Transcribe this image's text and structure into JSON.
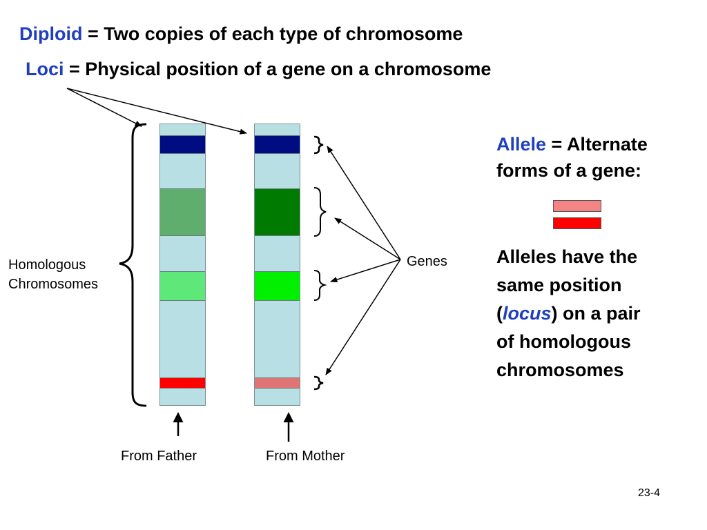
{
  "title_lines": {
    "diploid": {
      "term": "Diploid",
      "definition": " = Two copies of each type of chromosome"
    },
    "loci": {
      "term": "Loci",
      "definition": " = Physical position of a gene on a chromosome"
    }
  },
  "labels": {
    "homologous_line1": "Homologous",
    "homologous_line2": "Chromosomes",
    "genes": "Genes",
    "from_father": "From Father",
    "from_mother": "From Mother"
  },
  "allele": {
    "term": "Allele",
    "definition_part1": " = Alternate",
    "definition_part2": "forms of a gene:",
    "swatch_colors": [
      "#f58484",
      "#ff0000"
    ]
  },
  "alleles_note": {
    "line1": "Alleles have the",
    "line2": "same position",
    "open_paren": "(",
    "locus_word": "locus",
    "line3_rest": ") on a pair",
    "line4": "of homologous",
    "line5": "chromosomes"
  },
  "colors": {
    "term": "#1f3fbf",
    "chromosome": "#b8dfe3",
    "gene1_father": "#000d82",
    "gene1_mother": "#000d82",
    "gene2_father": "#5fae6e",
    "gene2_mother": "#007a00",
    "gene3_father": "#5fe87a",
    "gene3_mother": "#00f000",
    "gene4_father": "#ff0000",
    "gene4_mother": "#df7474"
  },
  "page_number": "23-4"
}
